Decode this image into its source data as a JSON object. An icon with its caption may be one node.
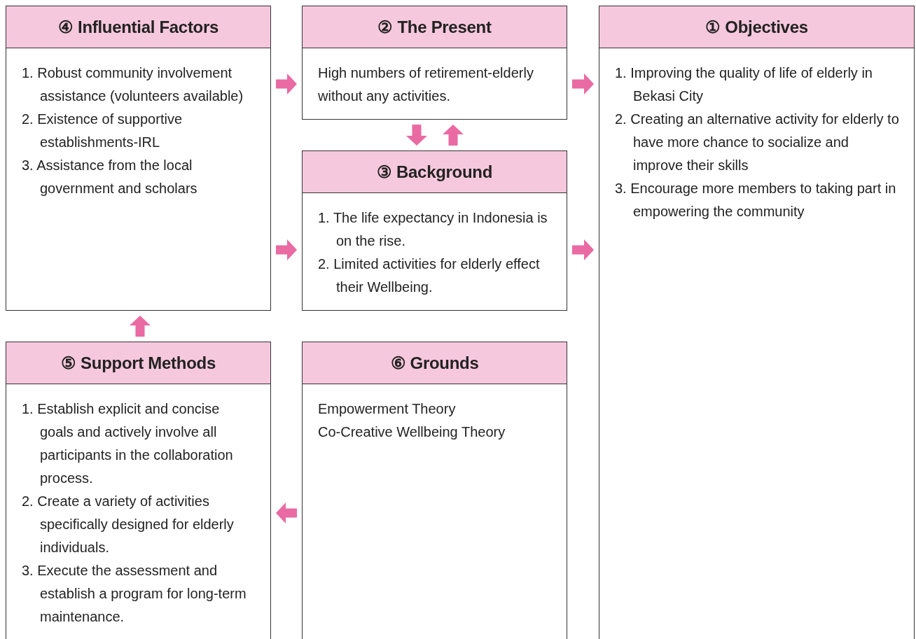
{
  "diagram": {
    "nodes": [
      {
        "text": [
          "④ Influential Factors",
          "1. Robust community involvement assistance (volunteers available)",
          "2. Existence of supportive establishments-IRL",
          "3. Assistance from the local government and scholars"
        ]
      },
      {
        "text": [
          "② The Present",
          "High numbers of retirement-elderly without any activities."
        ]
      },
      {
        "text": [
          "① Objectives",
          "1. Improving the quality of life of elderly in Bekasi City",
          "2. Creating an alternative activity for elderly to have more chance to socialize and improve their skills",
          "3. Encourage more members to taking part in empowering the community"
        ]
      },
      {
        "text": [
          "③ Background",
          "1. The life expectancy in Indonesia is on the rise.",
          "2. Limited activities for elderly effect their Wellbeing."
        ]
      },
      {
        "text": [
          "⑤ Support Methods",
          "1. Establish explicit and concise goals and actively involve all participants in the collaboration process.",
          "2. Create a variety of activities specifically designed for elderly individuals.",
          "3. Execute the assessment and establish a program for long-term maintenance."
        ]
      },
      {
        "text": [
          "⑥ Grounds",
          "Empowerment Theory",
          "Co-Creative Wellbeing Theory"
        ]
      }
    ],
    "edges": [
      {
        "from": 0,
        "to": 1,
        "arrow": "to"
      },
      {
        "from": 1,
        "to": 2,
        "arrow": "to"
      },
      {
        "from": 1,
        "to": 3,
        "arrow": "to"
      },
      {
        "from": 3,
        "to": 1,
        "arrow": "to"
      },
      {
        "from": 0,
        "to": 3,
        "arrow": "to"
      },
      {
        "from": 3,
        "to": 2,
        "arrow": "to"
      },
      {
        "from": 4,
        "to": 0,
        "arrow": "to"
      },
      {
        "from": 5,
        "to": 4,
        "arrow": "to"
      }
    ]
  }
}
